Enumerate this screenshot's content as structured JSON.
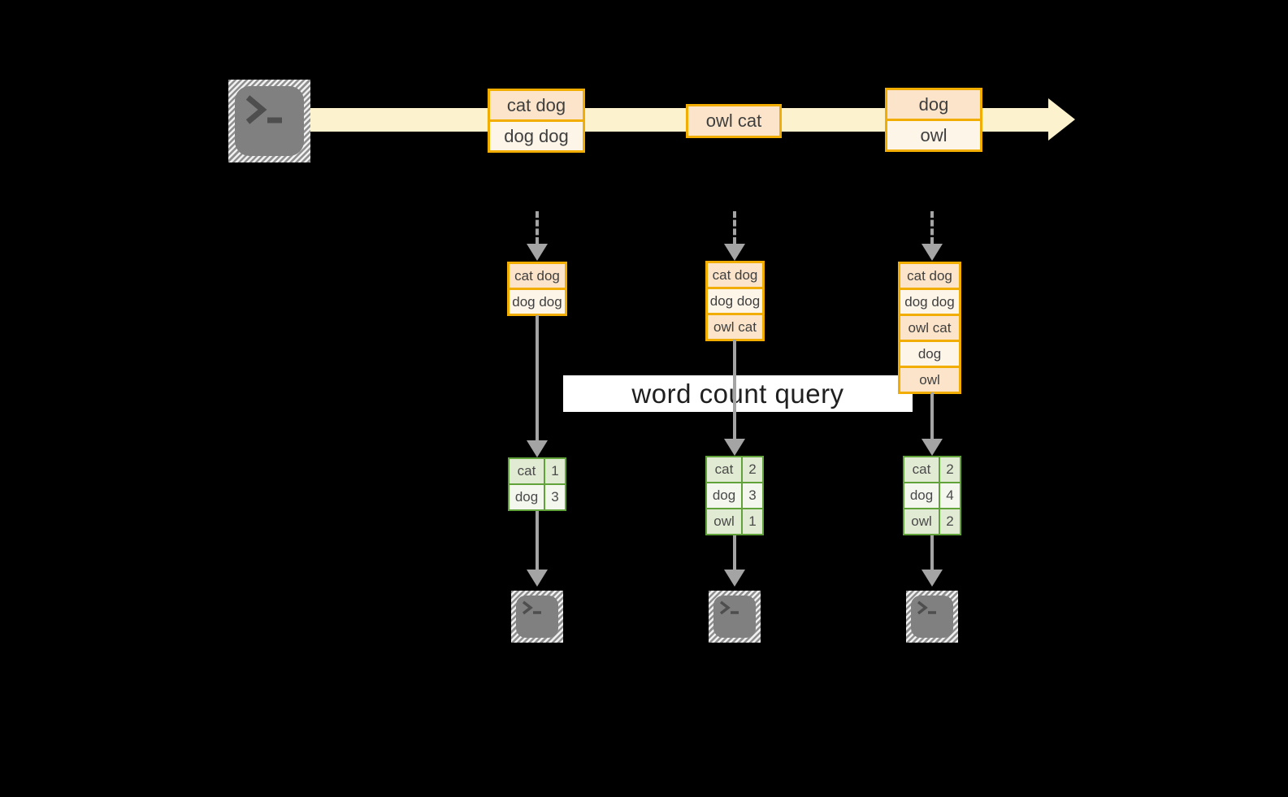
{
  "banner": {
    "label": "word count query"
  },
  "stream": {
    "events": [
      {
        "records": [
          "cat dog",
          "dog dog"
        ]
      },
      {
        "records": [
          "owl cat"
        ]
      },
      {
        "records": [
          "dog",
          "owl"
        ]
      }
    ]
  },
  "columns": [
    {
      "log": [
        "cat dog",
        "dog dog"
      ],
      "counts": [
        {
          "word": "cat",
          "count": "1"
        },
        {
          "word": "dog",
          "count": "3"
        }
      ]
    },
    {
      "log": [
        "cat dog",
        "dog dog",
        "owl cat"
      ],
      "counts": [
        {
          "word": "cat",
          "count": "2"
        },
        {
          "word": "dog",
          "count": "3"
        },
        {
          "word": "owl",
          "count": "1"
        }
      ]
    },
    {
      "log": [
        "cat dog",
        "dog dog",
        "owl cat",
        "dog",
        "owl"
      ],
      "counts": [
        {
          "word": "cat",
          "count": "2"
        },
        {
          "word": "dog",
          "count": "4"
        },
        {
          "word": "owl",
          "count": "2"
        }
      ]
    }
  ],
  "colors": {
    "background": "#000000",
    "stream_band": "#FDF2CE",
    "amber_border": "#F2AE00",
    "peach_fill": "#FBE4C9",
    "cream_fill": "#FDF5E8",
    "banner_bg": "#FFFFFF",
    "green_border": "#61A23B",
    "green_fill_dark": "#E1EBD3",
    "green_fill_light": "#F3F7EE",
    "arrow_gray": "#A4A4A4",
    "terminal_gray": "#808080"
  }
}
